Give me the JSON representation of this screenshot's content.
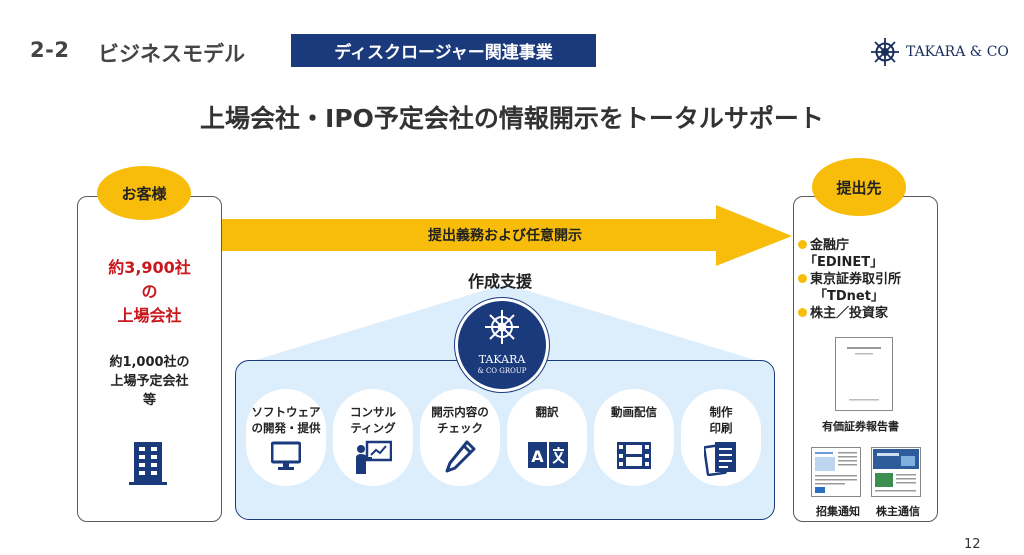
{
  "header": {
    "section_number": "2-2",
    "section_title": "ビジネスモデル",
    "banner": "ディスクロージャー関連事業",
    "logo_text": "TAKARA & CO"
  },
  "headline": "上場会社・IPO予定会社の情報開示をトータルサポート",
  "customers": {
    "badge": "お客様",
    "listed_count": "約3,900社",
    "listed_particle": "の",
    "listed_label": "上場会社",
    "ipo_line1": "約1,000社の",
    "ipo_line2": "上場予定会社",
    "ipo_line3": "等",
    "icon": "building-icon"
  },
  "flow": {
    "arrow_label": "提出義務および任意開示",
    "support_label": "作成支援",
    "group_logo_line1": "TAKARA",
    "group_logo_line2": "& CO GROUP"
  },
  "services": [
    {
      "line1": "ソフトウェア",
      "line2": "の開発・提供",
      "icon": "monitor-icon"
    },
    {
      "line1": "コンサル",
      "line2": "ティング",
      "icon": "presenter-icon"
    },
    {
      "line1": "開示内容の",
      "line2": "チェック",
      "icon": "pen-icon"
    },
    {
      "line1": "翻訳",
      "line2": "",
      "icon": "translate-icon"
    },
    {
      "line1": "動画配信",
      "line2": "",
      "icon": "film-icon"
    },
    {
      "line1": "制作",
      "line2": "印刷",
      "icon": "document-icon"
    }
  ],
  "destinations": {
    "badge": "提出先",
    "items": [
      "金融庁",
      "「EDINET」",
      "東京証券取引所",
      "「TDnet」",
      "株主／投資家"
    ],
    "securities_report_label": "有価証券報告書",
    "convocation_label": "招集通知",
    "shareholder_letter_label": "株主通信"
  },
  "page_number": "12",
  "colors": {
    "navy": "#1a3a7c",
    "gold": "#f7bd0a",
    "red": "#c8181e",
    "light_blue": "#dcedfb"
  }
}
